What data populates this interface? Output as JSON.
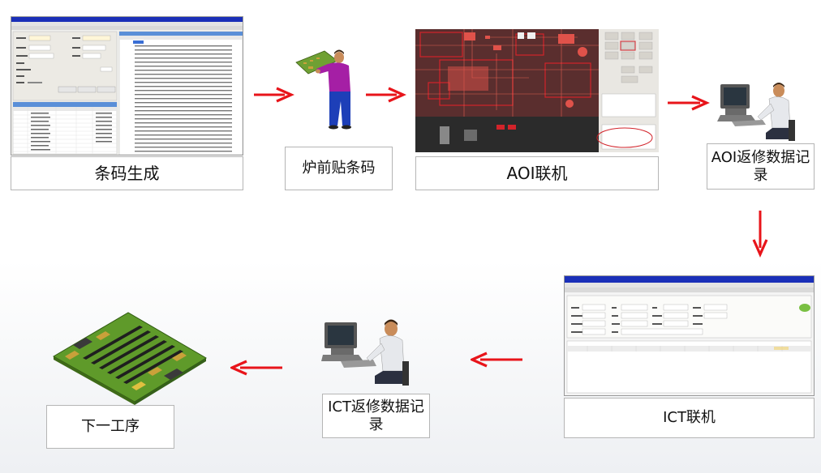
{
  "steps": [
    {
      "id": "barcode",
      "label": "条码生成"
    },
    {
      "id": "stick",
      "label": "炉前贴条码"
    },
    {
      "id": "aoi",
      "label": "AOI联机"
    },
    {
      "id": "aoi-repair",
      "label": "AOI返修数据记录"
    },
    {
      "id": "ict",
      "label": "ICT联机"
    },
    {
      "id": "ict-repair",
      "label": "ICT返修数据记录"
    },
    {
      "id": "next",
      "label": "下一工序"
    }
  ],
  "colors": {
    "arrow": "#e8141a",
    "box_border": "#b5b5b5",
    "window_blue": "#1a2fb8",
    "aoi_red": "#d2232a"
  },
  "icons": {
    "worker": "person-holding-board-icon",
    "technician": "person-at-computer-icon",
    "board": "circuit-board-icon"
  }
}
